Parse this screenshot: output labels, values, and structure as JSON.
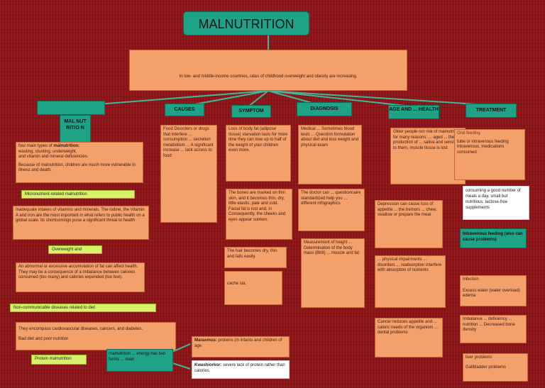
{
  "title": "MALNUTRITION",
  "intro": "In low- and middle-income countries, rates of childhood overweight and obesity are increasing.",
  "categories": {
    "forms": "",
    "causes": "CAUSES",
    "symptom": "SYMPTOM",
    "diagnosis": "DIAGNOSIS",
    "age": "AGE AND ... HEALTH",
    "treatment": "TREATMENT"
  },
  "forms_badge": "MAL NUT RITIO N",
  "forms": {
    "types_a": "four main types of",
    "types_b": "malnutrition:",
    "types_c": "wasting, stunting, underweight,",
    "types_d": "and vitamin and mineral deficiencies.",
    "children": "Because of malnutrition, children are much more vulnerable to illness and death.",
    "micronutrient_label": "Micronutrient-related malnutrition",
    "micronutrient_text": "Inadequate intakes of vitamins and minerals. The iodine, the Vitamin A and iron are the most important in what refers to public health on a global scale. its shortcomings pose a significant threat to health",
    "overweight_label": "Overweight and",
    "overweight_text": "An abnormal or excessive accumulation of fat can affect health. They may be a consequence of a imbalance between calories consumed (too many) and calories expended (too few).",
    "ncd_label": "Non-communicable diseases related to diet",
    "ncd_text_a": "They encompass cardiovascular diseases, cancers, and diabetes.",
    "ncd_text_b": "Bad diet and poor nutrition",
    "protein_label": "Protein malnutrition",
    "protein_teal": "malnutrition ... energy has two forms ... main",
    "marasmus_label": "Marasmus:",
    "marasmus_text": "proteins (in infants and children of age",
    "kwashiorkor_label": "Kwashiorkor:",
    "kwashiorkor_text": "severe lack of protein rather than calories."
  },
  "causes": {
    "text": "Food Disorders or drugs that interfere ... consumption ... secretion metabolism ... A significant increase ... lack access to food"
  },
  "symptoms": {
    "box1": "Loss of body fat (adipose tissue) starvation lasts for more time they can lose up to half of the weight of your children even more.",
    "box2": "The bones are marked on thin skin, and it becomes thin, dry, little elastic, pale and cold. Facial fat is lost and, in Consequently, the cheeks and eyes appear sunken.",
    "box3": "The hair becomes dry, thin and falls easily.",
    "box4": "cache sia."
  },
  "diagnosis": {
    "box1": "Medical ... Sometimes blood tests ... Question formulation about diet and loss weight and physical exam",
    "box2": "The doctor can ... questionnaire standardized help you ... different infographics",
    "box3": "Measurement of height ... Determination of the body mass (BMI) ... muscle and fat"
  },
  "age": {
    "box1": "Older people run risk of malnutrition for many reasons: ... aged ... the production of ... saliva and sensitivity to them, muscle tissue is lost",
    "box2": "Depression can cause loss of appetite ... the tremors ... chew, swallow or prepare the meal",
    "box3": "... physical impairments ... disorders ... reabsorption interfere with absorption of nutrients",
    "box4": "Cancer reduces appetite and ... caloric needs of the organism ... dental problems"
  },
  "treatment": {
    "oral_label": "Oral feeding",
    "oral_text": "tube or intravenous feeding intravenous, medications consumed",
    "white1": "consuming a good number of meals a day, small but nutritious. lactose-free supplements",
    "iv_label": "Intravenous feeding (also can cause problems)",
    "infection": "Infection",
    "excess_water": "Excess water (water overload) edema",
    "imbalance": "Imbalance ... deficiency ... nutrition ... Decreased bone density",
    "gall_a": "liver problems",
    "gall_b": "Gallbladder problems"
  }
}
